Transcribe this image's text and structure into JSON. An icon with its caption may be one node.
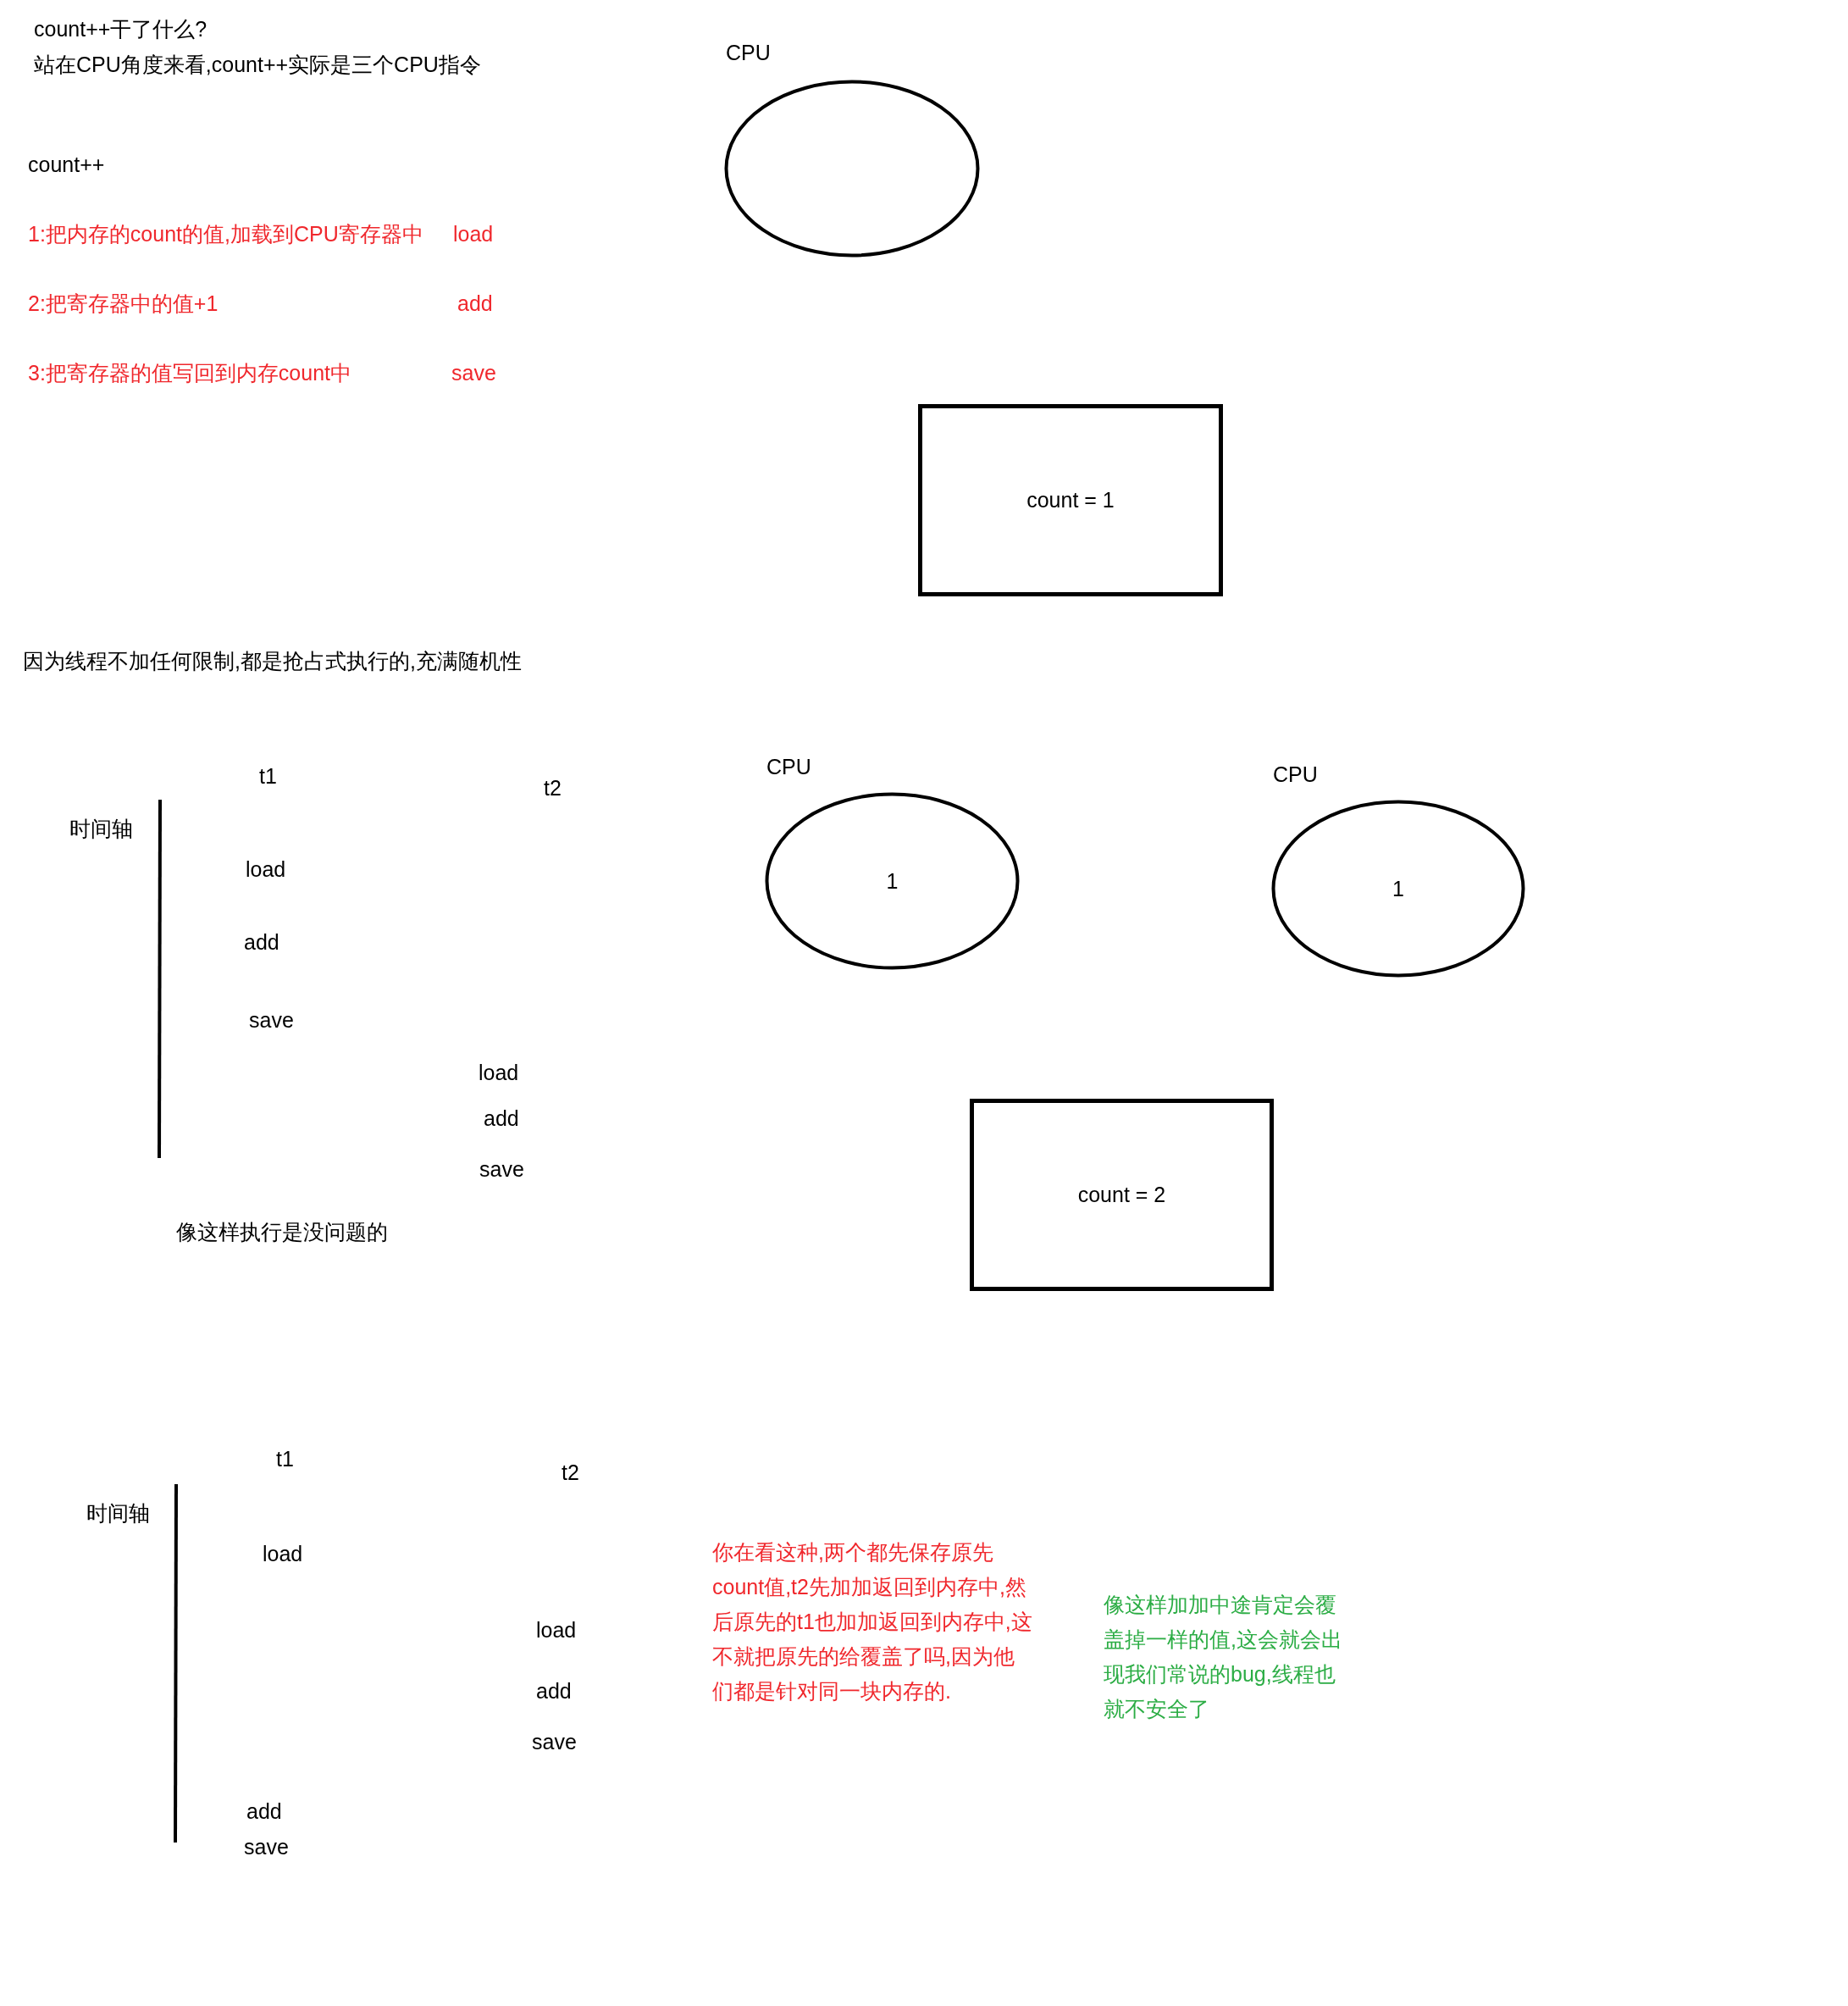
{
  "diagram": {
    "nodes": [
      {
        "text": [
          "CPU"
        ]
      },
      {
        "text": [
          "count = 1"
        ]
      },
      {
        "text": [
          "CPU",
          "1"
        ]
      },
      {
        "text": [
          "CPU",
          "1"
        ]
      },
      {
        "text": [
          "count = 2"
        ]
      }
    ],
    "labels": [
      "count++干了什么?",
      "站在CPU角度来看,count++实际是三个CPU指令",
      "count++",
      "1:把内存的count的值,加载到CPU寄存器中",
      "load",
      "2:把寄存器中的值+1",
      "add",
      "3:把寄存器的值写回到内存count中",
      "save",
      "因为线程不加任何限制,都是抢占式执行的,充满随机性",
      "t1",
      "t2",
      "时间轴",
      "load",
      "add",
      "save",
      "load",
      "add",
      "save",
      "像这样执行是没问题的",
      "t1",
      "t2",
      "时间轴",
      "load",
      "你在看这种,两个都先保存原先count值,t2先加加返回到内存中,然后原先的t1也加加返回到内存中,这不就把原先的给覆盖了吗,因为他们都是针对同一块内存的.",
      "像这样加加中途肯定会覆盖掉一样的值,这会就会出现我们常说的bug,线程也就不安全了",
      "load",
      "add",
      "save",
      "add",
      "save"
    ]
  }
}
